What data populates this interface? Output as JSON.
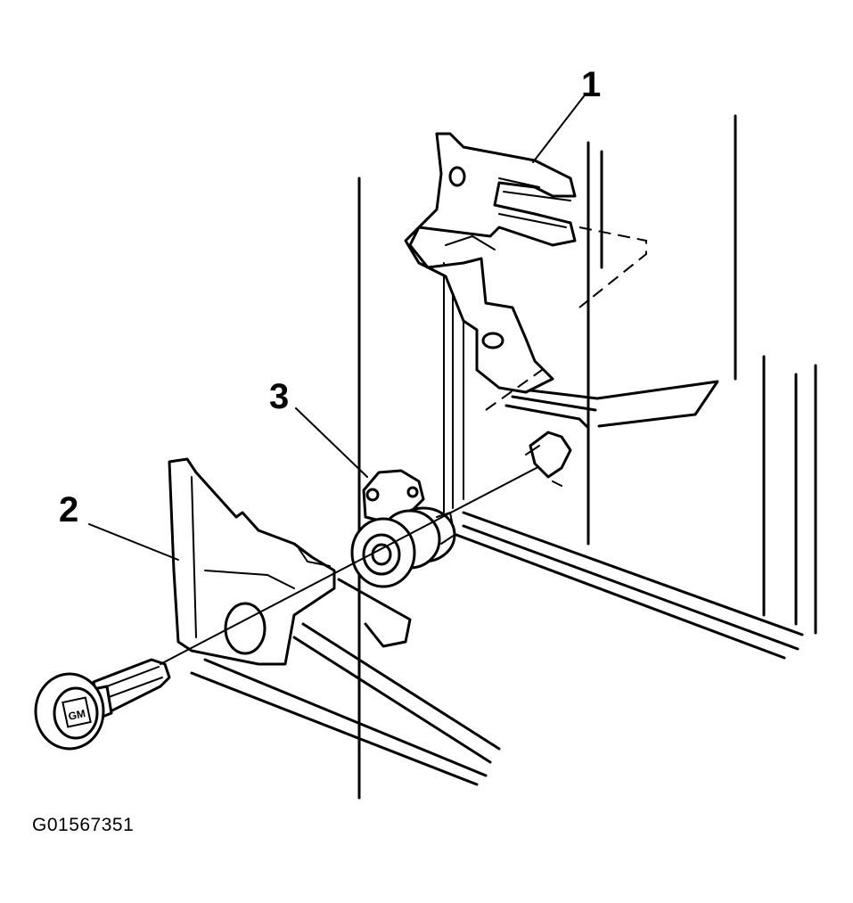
{
  "figure": {
    "id_text": "G01567351",
    "callouts": [
      {
        "number": "1",
        "meaning": ""
      },
      {
        "number": "2",
        "meaning": ""
      },
      {
        "number": "3",
        "meaning": ""
      }
    ],
    "key_logo_text": "GM"
  }
}
